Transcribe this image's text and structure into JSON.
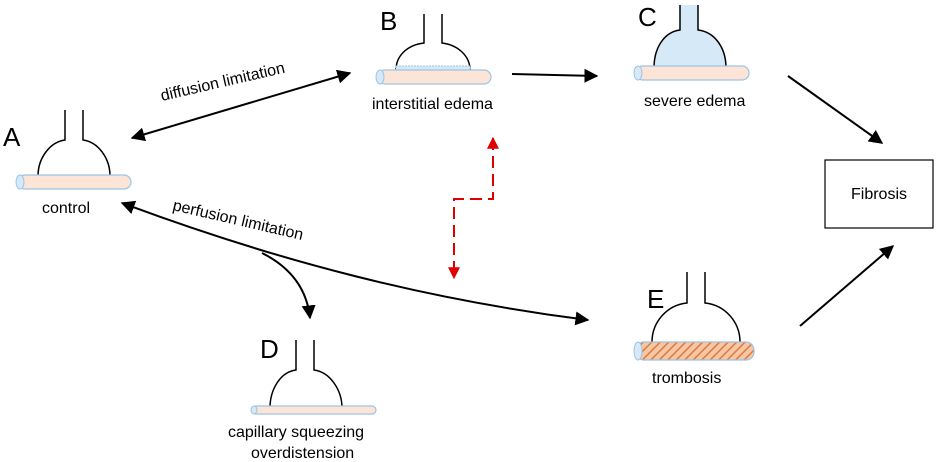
{
  "nodes": {
    "A": {
      "letter": "A",
      "label": "control"
    },
    "B": {
      "letter": "B",
      "label": "interstitial edema"
    },
    "C": {
      "letter": "C",
      "label": "severe edema"
    },
    "D": {
      "letter": "D",
      "label_line1": "capillary squeezing",
      "label_line2": "overdistension"
    },
    "E": {
      "letter": "E",
      "label": "trombosis"
    }
  },
  "edges": {
    "diffusion": "diffusion limitation",
    "perfusion": "perfusion limitation"
  },
  "outcome": "Fibrosis",
  "colors": {
    "capillary_fill": "#fce4d6",
    "capillary_stroke": "#9dc3e6",
    "edema_fill": "#d6e9f7",
    "thrombosis_hatch": "#e07b39",
    "dashed_arrow": "#e00000",
    "line": "#000000"
  }
}
